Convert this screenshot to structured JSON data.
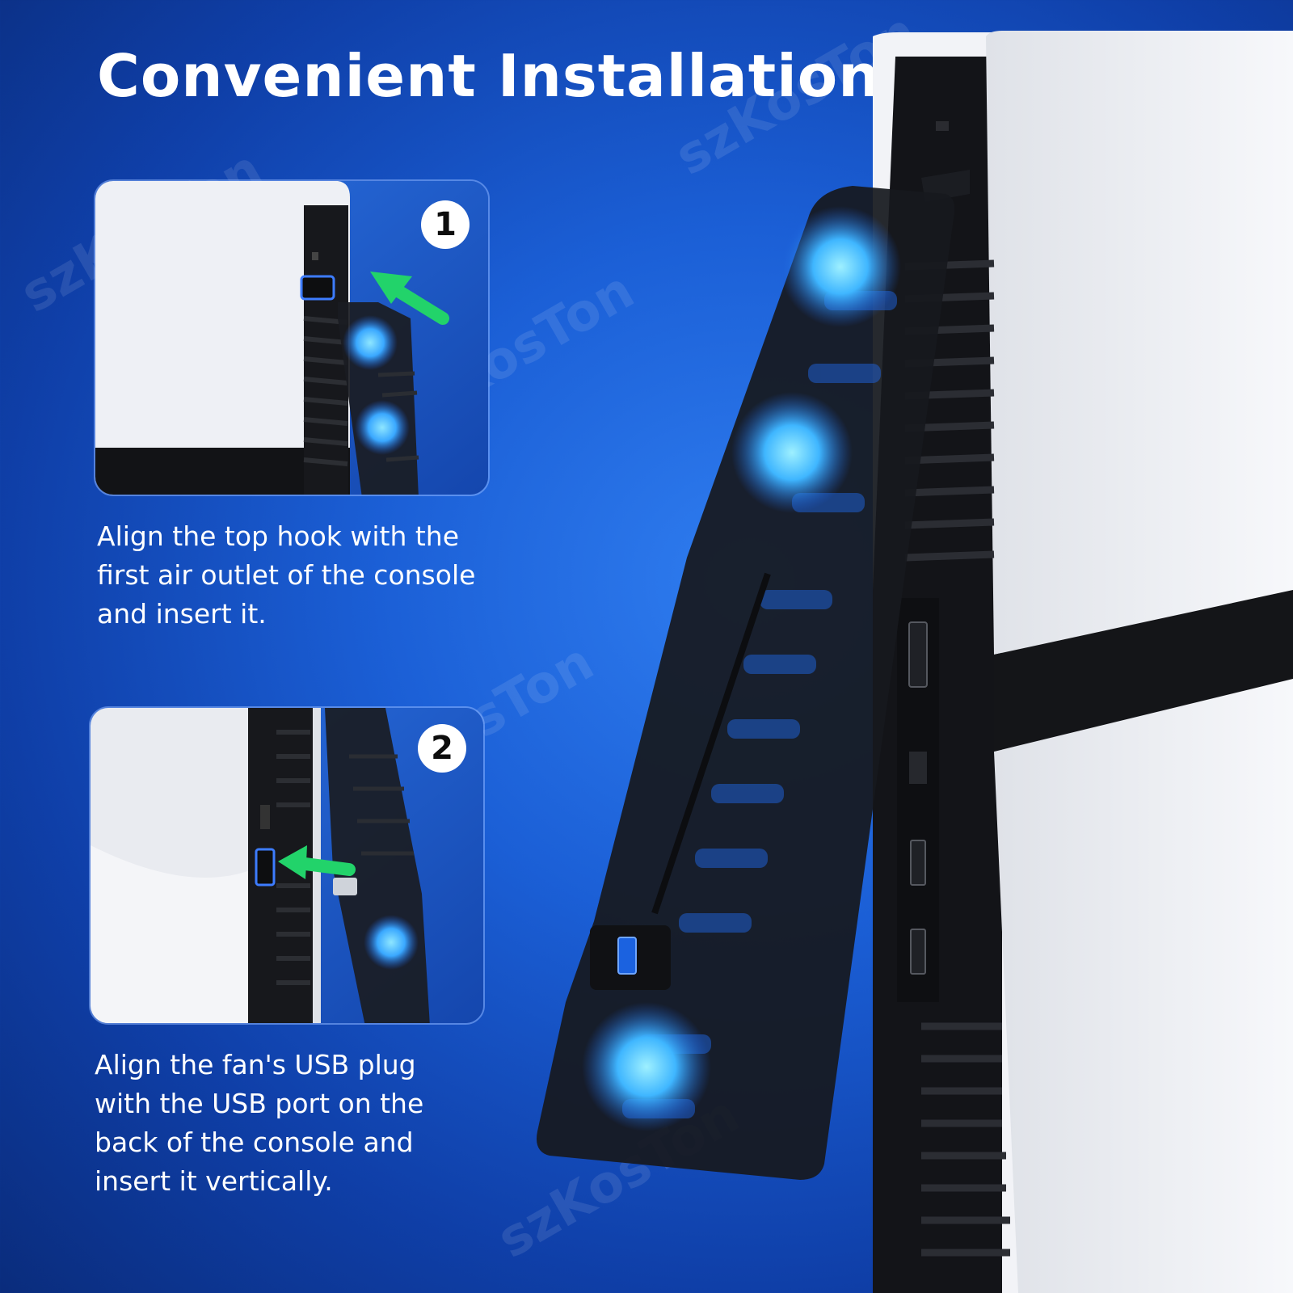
{
  "header": {
    "title": "Convenient Installation"
  },
  "watermark": {
    "text": "szKosTon"
  },
  "steps": [
    {
      "number": "1",
      "description": "Align the top hook with the first air outlet of the console and insert it."
    },
    {
      "number": "2",
      "description": "Align the fan's USB plug with the USB port on the back of the console and insert it vertically."
    }
  ],
  "colors": {
    "background": "#1b5fd6",
    "arrow": "#22d36a",
    "fan_glow": "#5fd4ff",
    "console_white": "#eef0f5",
    "console_black": "#141518"
  },
  "icons": [
    "arrow-icon",
    "fan-icon",
    "usb-port-icon",
    "hdmi-port-icon"
  ]
}
